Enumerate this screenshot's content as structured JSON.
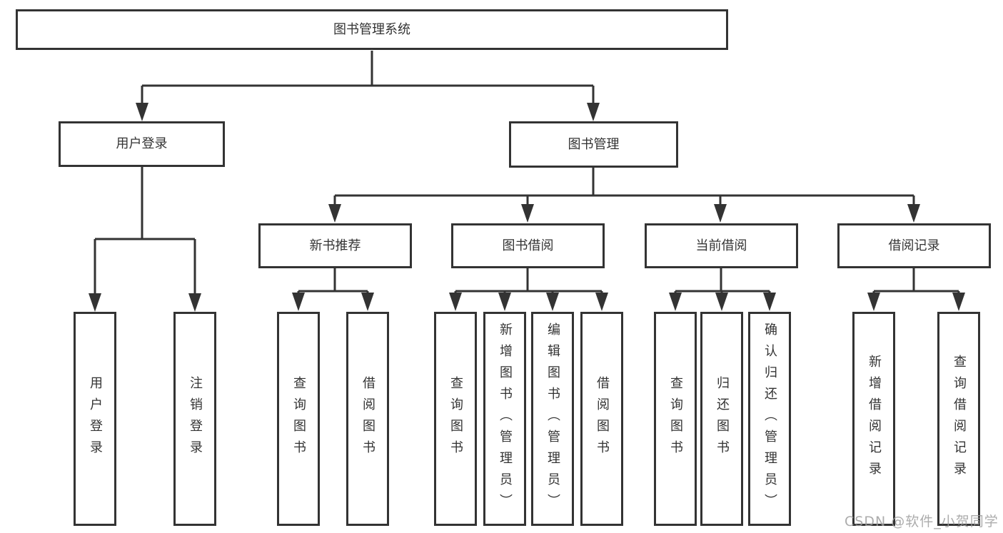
{
  "diagram": {
    "root": {
      "label": "图书管理系统"
    },
    "level2": [
      {
        "label": "用户登录"
      },
      {
        "label": "图书管理"
      }
    ],
    "level3": [
      {
        "label": "新书推荐",
        "parent": "图书管理"
      },
      {
        "label": "图书借阅",
        "parent": "图书管理"
      },
      {
        "label": "当前借阅",
        "parent": "图书管理"
      },
      {
        "label": "借阅记录",
        "parent": "图书管理"
      }
    ],
    "leaves": [
      {
        "label": "用户登录",
        "parent": "用户登录"
      },
      {
        "label": "注销登录",
        "parent": "用户登录"
      },
      {
        "label": "查询图书",
        "parent": "新书推荐"
      },
      {
        "label": "借阅图书",
        "parent": "新书推荐"
      },
      {
        "label": "查询图书",
        "parent": "图书借阅"
      },
      {
        "label": "新增图书（管理员）",
        "parent": "图书借阅"
      },
      {
        "label": "编辑图书（管理员）",
        "parent": "图书借阅"
      },
      {
        "label": "借阅图书",
        "parent": "图书借阅"
      },
      {
        "label": "查询图书",
        "parent": "当前借阅"
      },
      {
        "label": "归还图书",
        "parent": "当前借阅"
      },
      {
        "label": "确认归还（管理员）",
        "parent": "当前借阅"
      },
      {
        "label": "新增借阅记录",
        "parent": "借阅记录"
      },
      {
        "label": "查询借阅记录",
        "parent": "借阅记录"
      }
    ],
    "watermark": "CSDN @软件_小贺同学",
    "colors": {
      "line": "#333333",
      "text": "#333333",
      "background": "#ffffff",
      "watermark": "#9e9e9e"
    }
  }
}
